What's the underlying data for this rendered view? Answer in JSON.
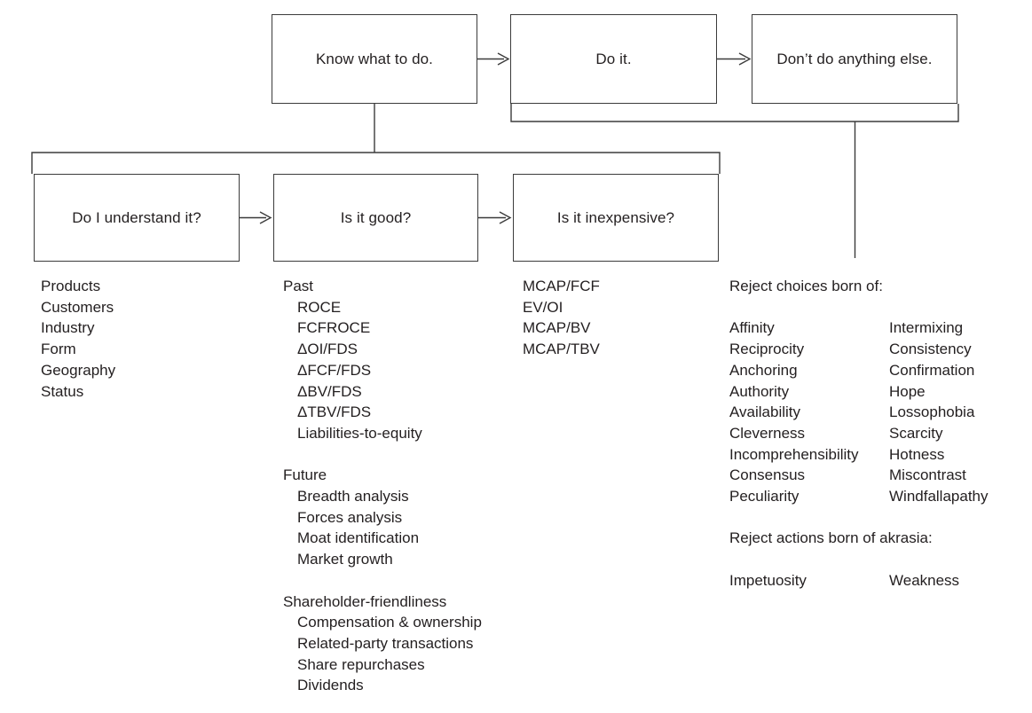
{
  "flow": {
    "row1": [
      {
        "id": "know",
        "label": "Know what to do."
      },
      {
        "id": "doit",
        "label": "Do it."
      },
      {
        "id": "dont",
        "label": "Don’t do anything else."
      }
    ],
    "row2": [
      {
        "id": "understand",
        "label": "Do I understand it?"
      },
      {
        "id": "good",
        "label": "Is it good?"
      },
      {
        "id": "cheap",
        "label": "Is it inexpensive?"
      }
    ]
  },
  "columns": {
    "understand": {
      "items": [
        "Products",
        "Customers",
        "Industry",
        "Form",
        "Geography",
        "Status"
      ]
    },
    "good": {
      "groups": [
        {
          "heading": "Past",
          "items": [
            "ROCE",
            "FCFROCE",
            "ΔOI/FDS",
            "ΔFCF/FDS",
            "ΔBV/FDS",
            "ΔTBV/FDS",
            "Liabilities-to-equity"
          ]
        },
        {
          "heading": "Future",
          "items": [
            "Breadth analysis",
            "Forces analysis",
            "Moat identification",
            "Market growth"
          ]
        },
        {
          "heading": "Shareholder-friendliness",
          "items": [
            "Compensation & ownership",
            "Related-party transactions",
            "Share repurchases",
            "Dividends"
          ]
        }
      ]
    },
    "cheap": {
      "items": [
        "MCAP/FCF",
        "EV/OI",
        "MCAP/BV",
        "MCAP/TBV"
      ]
    },
    "reject": {
      "choices_heading": "Reject choices born of:",
      "choices_left": [
        "Affinity",
        "Reciprocity",
        "Anchoring",
        "Authority",
        "Availability",
        "Cleverness",
        "Incomprehensibility",
        "Consensus",
        "Peculiarity"
      ],
      "choices_right": [
        "Intermixing",
        "Consistency",
        "Confirmation",
        "Hope",
        "Lossophobia",
        "Scarcity",
        "Hotness",
        "Miscontrast",
        "Windfallapathy"
      ],
      "actions_heading": "Reject actions born of akrasia:",
      "actions_left": [
        "Impetuosity"
      ],
      "actions_right": [
        "Weakness"
      ]
    }
  },
  "style": {
    "line_color": "#3b3b3b",
    "text_color": "#231f20",
    "background": "#ffffff"
  }
}
